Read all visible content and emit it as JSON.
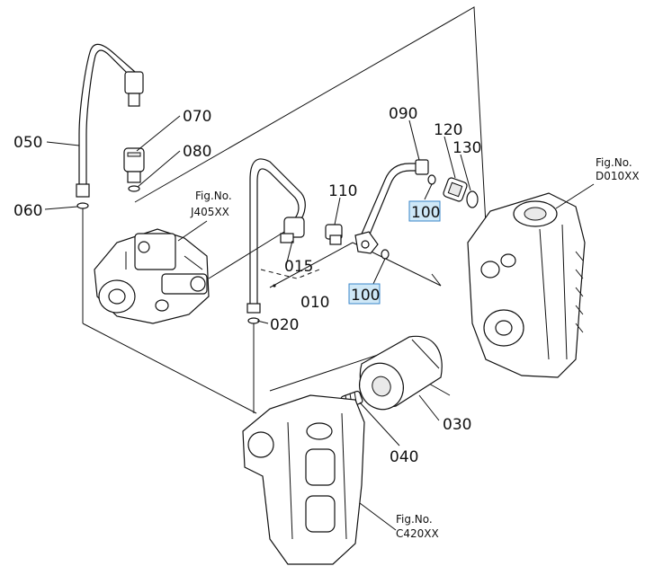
{
  "parts": {
    "p050": "050",
    "p060": "060",
    "p070": "070",
    "p080": "080",
    "p090": "090",
    "p120": "120",
    "p130": "130",
    "p110": "110",
    "p015": "015",
    "p010": "010",
    "p020": "020",
    "p030": "030",
    "p040": "040",
    "p100a": "100",
    "p100b": "100"
  },
  "figs": {
    "j405_line1": "Fig.No.",
    "j405_line2": "J405XX",
    "d010_line1": "Fig.No.",
    "d010_line2": "D010XX",
    "c420_line1": "Fig.No.",
    "c420_line2": "C420XX"
  },
  "colors": {
    "highlight_fill": "#cfe8f7",
    "highlight_stroke": "#3a86c8"
  }
}
